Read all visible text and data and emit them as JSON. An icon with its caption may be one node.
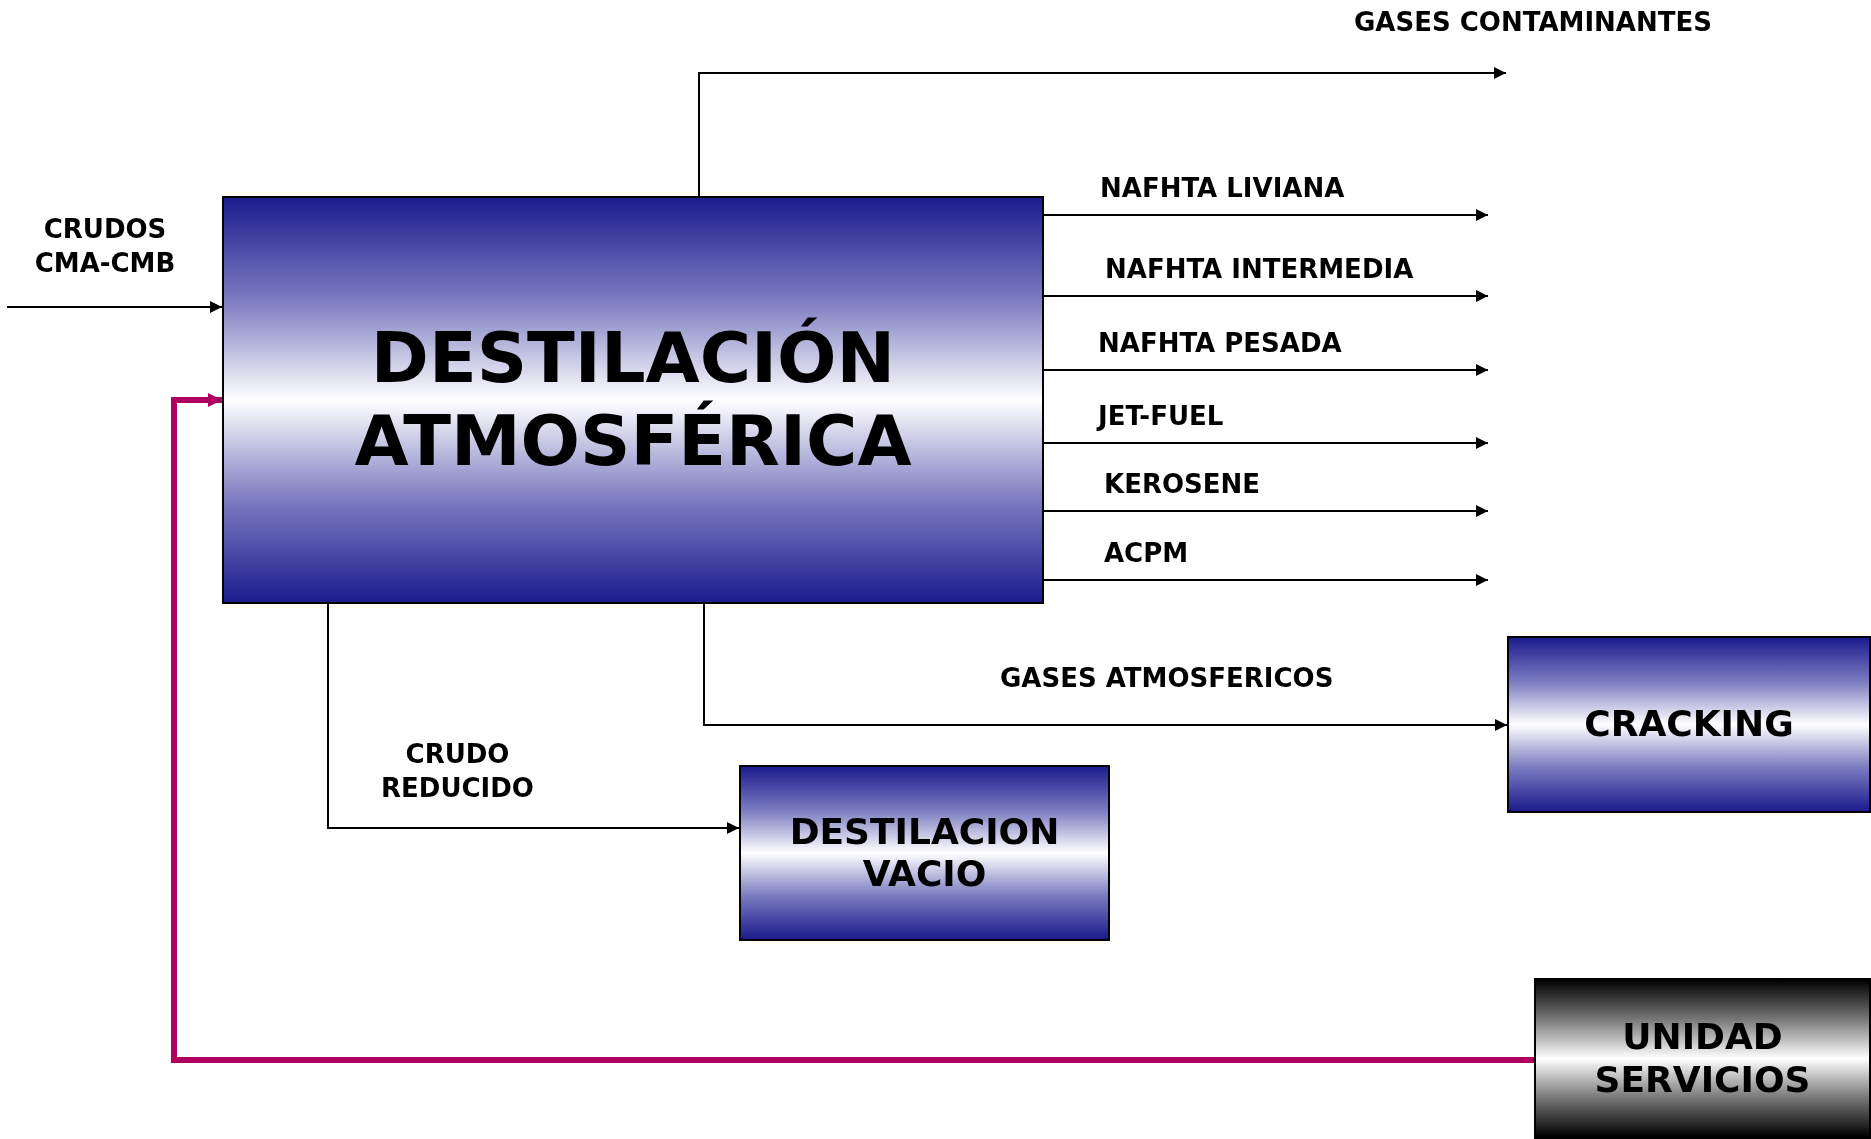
{
  "diagram": {
    "nodes": [
      {
        "text": [
          "DESTILACIÓN ATMOSFÉRICA"
        ]
      },
      {
        "text": [
          "CRACKING"
        ]
      },
      {
        "text": [
          "DESTILACION VACIO"
        ]
      },
      {
        "text": [
          "UNIDAD SERVICIOS"
        ]
      }
    ],
    "edges": [
      {
        "from": null,
        "to": 0,
        "arrow": "to",
        "label": "CRUDOS CMA-CMB"
      },
      {
        "from": 0,
        "to": null,
        "arrow": "to",
        "label": "GASES CONTAMINANTES"
      },
      {
        "from": 0,
        "to": null,
        "arrow": "to",
        "label": "NAFHTA LIVIANA"
      },
      {
        "from": 0,
        "to": null,
        "arrow": "to",
        "label": "NAFHTA INTERMEDIA"
      },
      {
        "from": 0,
        "to": null,
        "arrow": "to",
        "label": "NAFHTA PESADA"
      },
      {
        "from": 0,
        "to": null,
        "arrow": "to",
        "label": "JET-FUEL"
      },
      {
        "from": 0,
        "to": null,
        "arrow": "to",
        "label": "KEROSENE"
      },
      {
        "from": 0,
        "to": null,
        "arrow": "to",
        "label": "ACPM"
      },
      {
        "from": 0,
        "to": 1,
        "arrow": "to",
        "label": "GASES ATMOSFERICOS"
      },
      {
        "from": 0,
        "to": 2,
        "arrow": "to",
        "label": "CRUDO REDUCIDO"
      },
      {
        "from": 3,
        "to": 0,
        "arrow": "to",
        "style": "thick",
        "color": "#b0005f"
      }
    ]
  }
}
